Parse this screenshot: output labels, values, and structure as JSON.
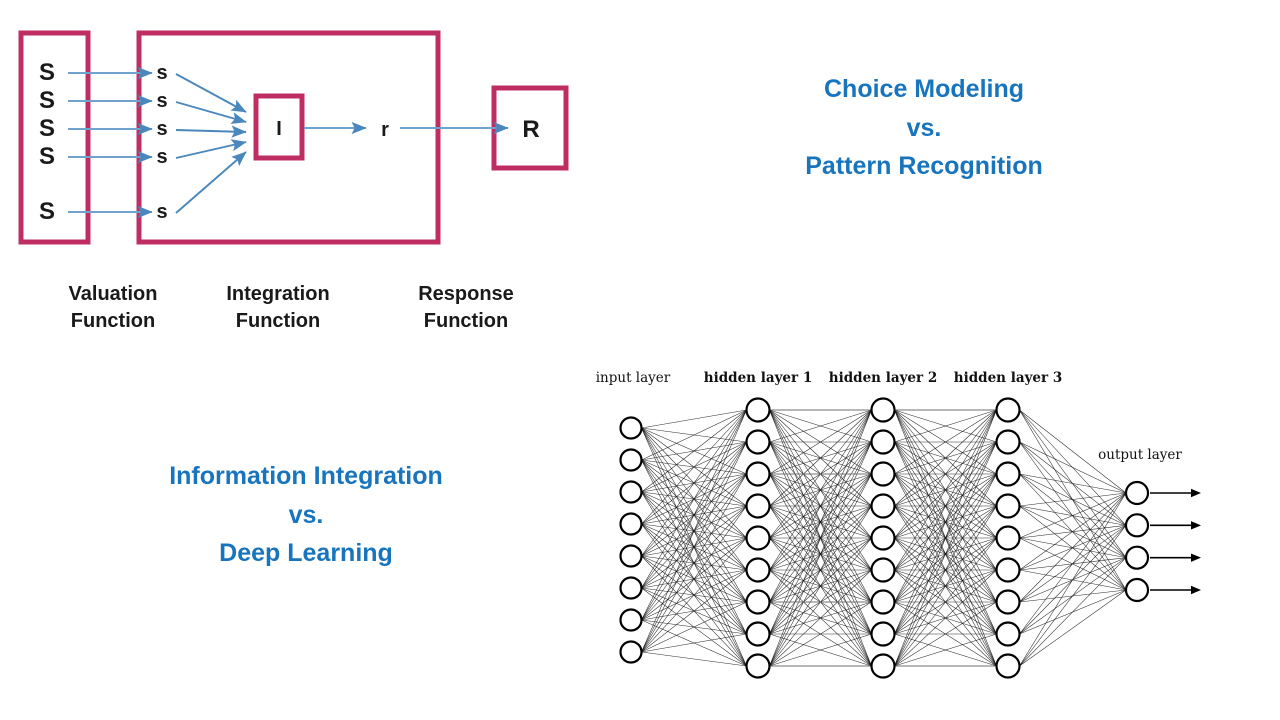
{
  "slide": {
    "background_color": "#ffffff"
  },
  "colors": {
    "box_border": "#BE2E63",
    "arrow_blue": "#4A87BC",
    "heading_blue": "#1874BC",
    "text_black": "#1a1a1a",
    "network_ink": "#101010"
  },
  "ii_diagram": {
    "name": "information-integration-diagram",
    "valuation_inputs": [
      "S",
      "S",
      "S",
      "S",
      "S"
    ],
    "subjective_values": [
      "s",
      "s",
      "s",
      "s",
      "s"
    ],
    "integration_node": "I",
    "response_value": "r",
    "response_node": "R",
    "captions": {
      "valuation": "Valuation\nFunction",
      "integration": "Integration\nFunction",
      "response": "Response\nFunction"
    }
  },
  "headings": {
    "top_right": "Choice Modeling\nvs.\nPattern Recognition",
    "middle_left": "Information Integration\nvs.\nDeep Learning"
  },
  "neural_network": {
    "name": "deep-neural-network-figure",
    "labels": {
      "input": "input layer",
      "hidden1": "hidden layer 1",
      "hidden2": "hidden layer 2",
      "hidden3": "hidden layer 3",
      "output": "output layer"
    },
    "layer_node_counts": {
      "input": 8,
      "hidden1": 9,
      "hidden2": 9,
      "hidden3": 9,
      "output": 4
    },
    "output_arrows": 4
  },
  "chart_data": {
    "type": "diagram",
    "title": "Choice Modeling vs. Pattern Recognition / Information Integration vs. Deep Learning",
    "panels": [
      {
        "name": "information-integration-model",
        "stages": [
          {
            "label": "Valuation\nFunction",
            "symbols": [
              "S",
              "S",
              "S",
              "S",
              "S"
            ]
          },
          {
            "label": "Integration\nFunction",
            "symbols": [
              "s",
              "s",
              "s",
              "s",
              "s"
            ],
            "node": "I"
          },
          {
            "label": "Response\nFunction",
            "symbols": [
              "r"
            ],
            "node": "R"
          }
        ]
      },
      {
        "name": "deep-neural-network",
        "layers": [
          {
            "label": "input layer",
            "nodes": 8
          },
          {
            "label": "hidden layer 1",
            "nodes": 9
          },
          {
            "label": "hidden layer 2",
            "nodes": 9
          },
          {
            "label": "hidden layer 3",
            "nodes": 9
          },
          {
            "label": "output layer",
            "nodes": 4
          }
        ]
      }
    ]
  }
}
